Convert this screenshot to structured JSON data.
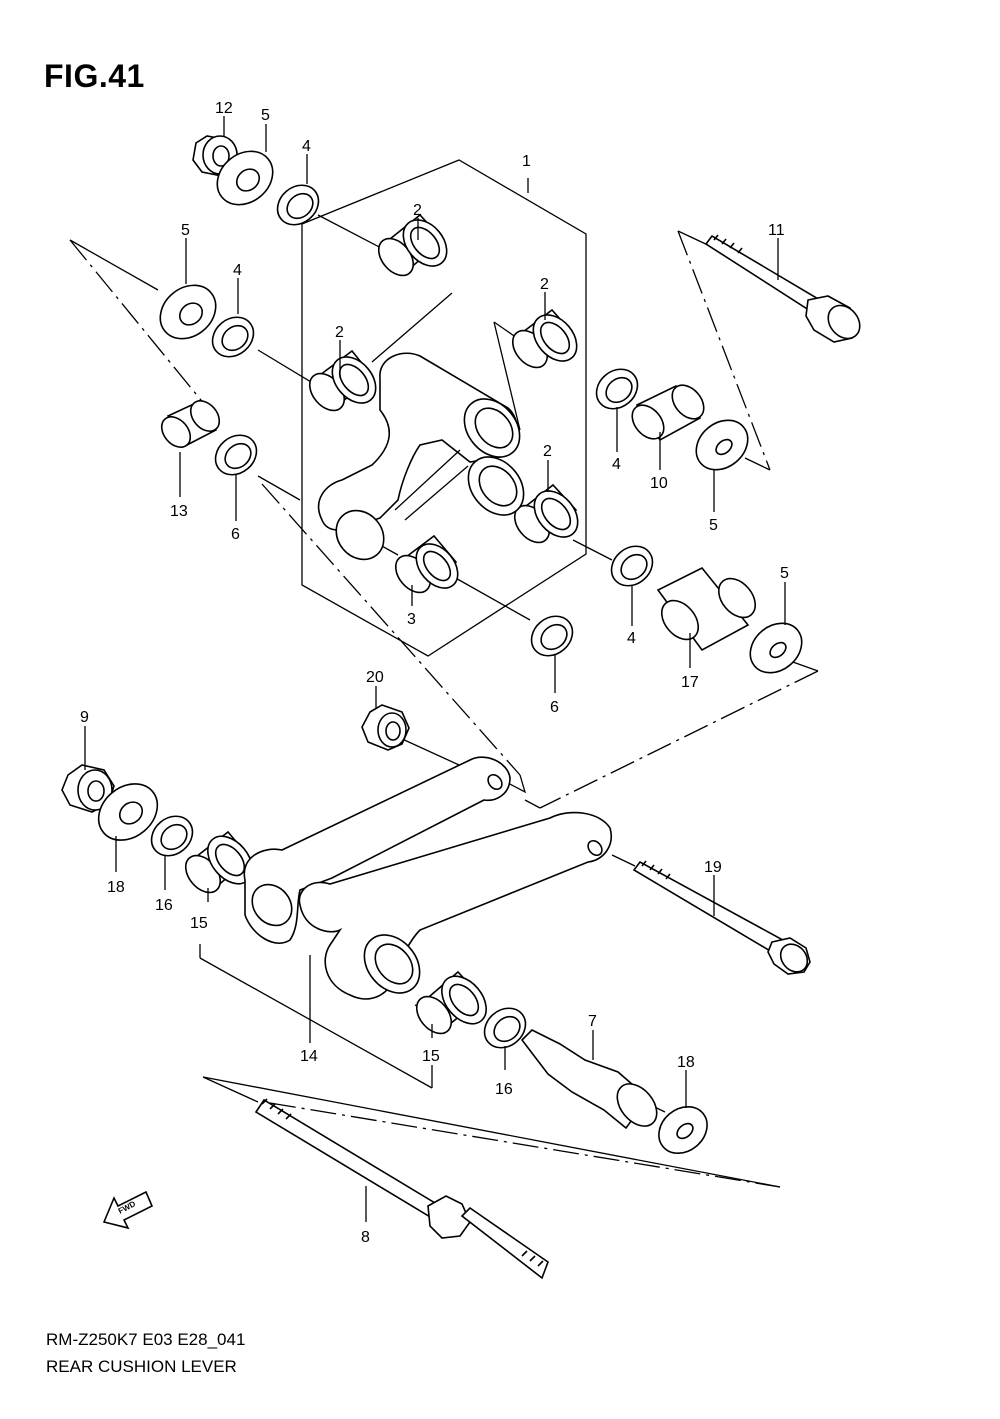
{
  "figure": {
    "title": "FIG.41"
  },
  "footer": {
    "model_code": "RM-Z250K7 E03 E28_041",
    "diagram_name": "REAR CUSHION LEVER"
  },
  "fwd_arrow": {
    "label": "FWD",
    "icon": "fwd-arrow-icon"
  },
  "callouts": [
    {
      "id": "c12",
      "num": "12"
    },
    {
      "id": "c5a",
      "num": "5"
    },
    {
      "id": "c4a",
      "num": "4"
    },
    {
      "id": "c1",
      "num": "1"
    },
    {
      "id": "c2a",
      "num": "2"
    },
    {
      "id": "c11",
      "num": "11"
    },
    {
      "id": "c5b",
      "num": "5"
    },
    {
      "id": "c4b",
      "num": "4"
    },
    {
      "id": "c2b",
      "num": "2"
    },
    {
      "id": "c2c",
      "num": "2"
    },
    {
      "id": "c4c",
      "num": "4"
    },
    {
      "id": "c10",
      "num": "10"
    },
    {
      "id": "c5c",
      "num": "5"
    },
    {
      "id": "c2d",
      "num": "2"
    },
    {
      "id": "c13",
      "num": "13"
    },
    {
      "id": "c6a",
      "num": "6"
    },
    {
      "id": "c3",
      "num": "3"
    },
    {
      "id": "c4d",
      "num": "4"
    },
    {
      "id": "c5d",
      "num": "5"
    },
    {
      "id": "c17",
      "num": "17"
    },
    {
      "id": "c6b",
      "num": "6"
    },
    {
      "id": "c20",
      "num": "20"
    },
    {
      "id": "c9",
      "num": "9"
    },
    {
      "id": "c18a",
      "num": "18"
    },
    {
      "id": "c16a",
      "num": "16"
    },
    {
      "id": "c15a",
      "num": "15"
    },
    {
      "id": "c19",
      "num": "19"
    },
    {
      "id": "c14",
      "num": "14"
    },
    {
      "id": "c15b",
      "num": "15"
    },
    {
      "id": "c16b",
      "num": "16"
    },
    {
      "id": "c7",
      "num": "7"
    },
    {
      "id": "c18b",
      "num": "18"
    },
    {
      "id": "c8",
      "num": "8"
    }
  ]
}
